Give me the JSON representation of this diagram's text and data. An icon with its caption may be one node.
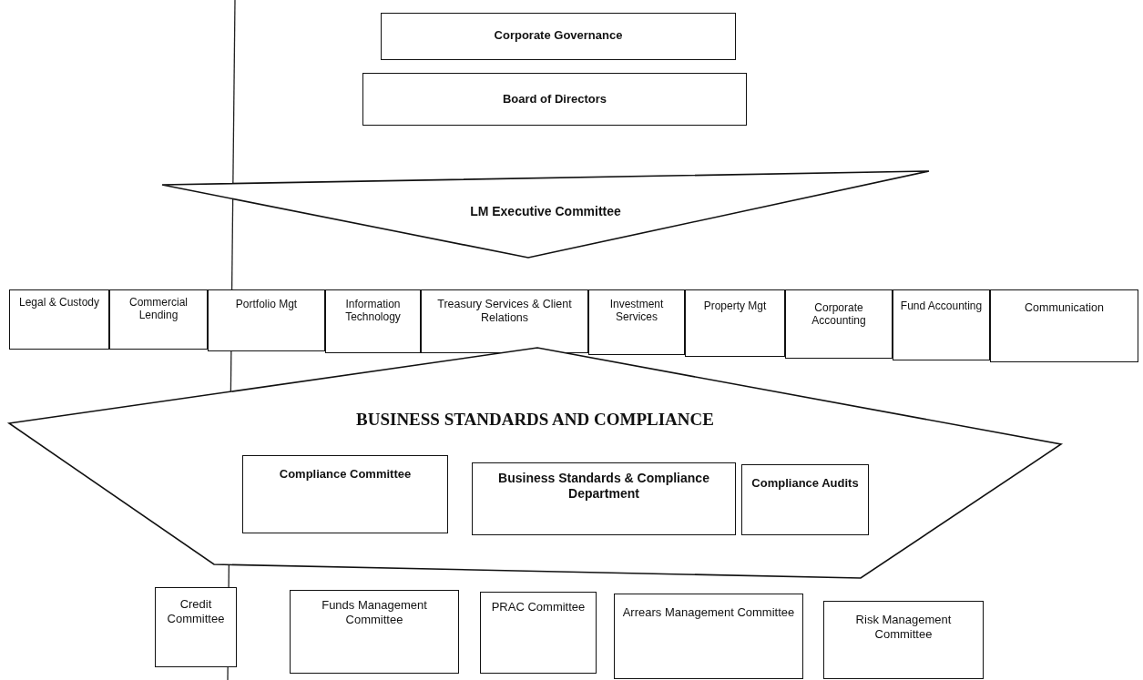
{
  "diagram": {
    "nodes": [
      {
        "text": [
          "Corporate Governance"
        ]
      },
      {
        "text": [
          "Board of Directors"
        ]
      },
      {
        "text": [
          "LM Executive Committee"
        ]
      },
      {
        "text": [
          "Legal & Custody"
        ]
      },
      {
        "text": [
          "Commercial Lending"
        ]
      },
      {
        "text": [
          "Portfolio Mgt"
        ]
      },
      {
        "text": [
          "Information Technology"
        ]
      },
      {
        "text": [
          "Treasury Services & Client Relations"
        ]
      },
      {
        "text": [
          "Investment Services"
        ]
      },
      {
        "text": [
          "Property Mgt"
        ]
      },
      {
        "text": [
          "Corporate Accounting"
        ]
      },
      {
        "text": [
          "Fund Accounting"
        ]
      },
      {
        "text": [
          "Communication"
        ]
      },
      {
        "text": [
          "BUSINESS STANDARDS AND COMPLIANCE"
        ]
      },
      {
        "text": [
          "Compliance Committee"
        ],
        "in": 13
      },
      {
        "text": [
          "Business Standards & Compliance Department"
        ],
        "in": 13
      },
      {
        "text": [
          "Compliance Audits"
        ],
        "in": 13
      },
      {
        "text": [
          "Credit Committee"
        ]
      },
      {
        "text": [
          "Funds Management Committee"
        ]
      },
      {
        "text": [
          "PRAC Committee"
        ]
      },
      {
        "text": [
          "Arrears Management Committee"
        ]
      },
      {
        "text": [
          "Risk Management Committee"
        ]
      }
    ],
    "edges": []
  }
}
